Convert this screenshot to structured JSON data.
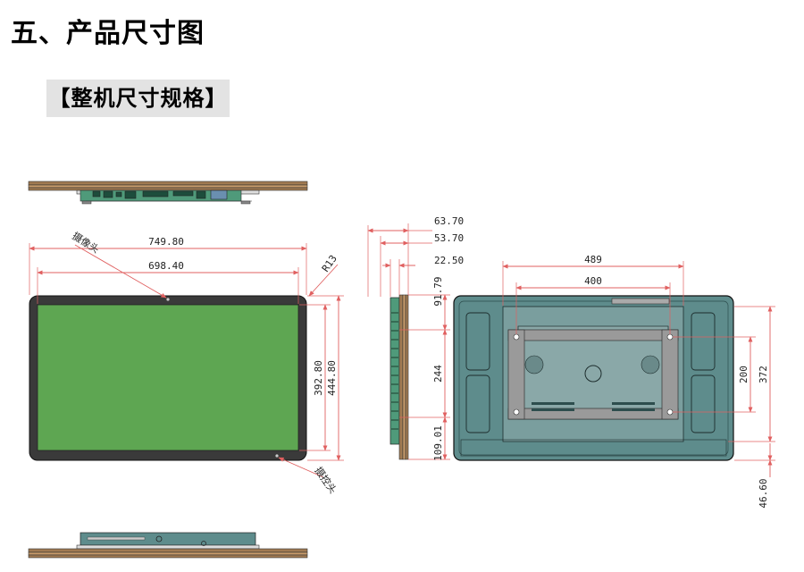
{
  "heading": "五、产品尺寸图",
  "subheading": "【整机尺寸规格】",
  "front_view": {
    "width_outer": "749.80",
    "width_inner": "698.40",
    "height_inner": "392.80",
    "height_outer": "444.80",
    "radius": "R13",
    "camera_label": "摄像头",
    "sensor_label": "摄控头"
  },
  "side_view": {
    "depth_total": "63.70",
    "depth_body": "53.70",
    "depth_front": "22.50",
    "offset_top": "91.79",
    "vesa_v": "244",
    "offset_bottom": "109.01"
  },
  "rear_view": {
    "mount_outer": "489",
    "mount_inner": "400",
    "vesa_v": "200",
    "mount_height": "372",
    "bottom_offset": "46.60"
  },
  "colors": {
    "screen": "#5ea652",
    "bezel": "#3a3a3a",
    "panel_teal": "#5e8c8c",
    "mount_gray": "#9a9a9a",
    "dimension_red": "#e06060",
    "pcb_green": "#4f9a7a",
    "wood": "#a07a52"
  }
}
